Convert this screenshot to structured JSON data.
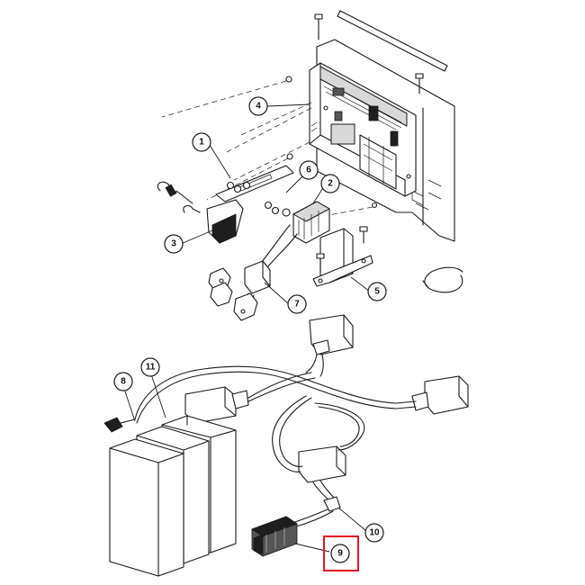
{
  "callouts": {
    "c1": "1",
    "c2": "2",
    "c3": "3",
    "c4": "4",
    "c5": "5",
    "c6": "6",
    "c7": "7",
    "c8": "8",
    "c9": "9",
    "c10": "10",
    "c11": "11"
  },
  "highlight": {
    "target": "9",
    "color": "#e8141e"
  }
}
